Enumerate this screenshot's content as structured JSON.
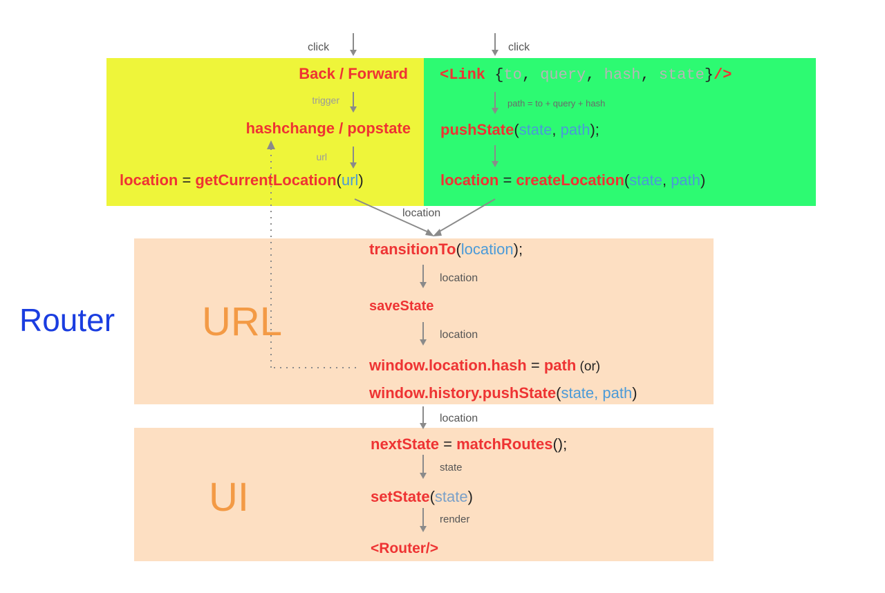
{
  "router_label": "Router",
  "panels": {
    "url_watermark": "URL",
    "ui_watermark": "UI"
  },
  "left_box": {
    "click": "click",
    "back_forward": "Back / Forward",
    "trigger": "trigger",
    "hashchange": "hashchange / popstate",
    "url_label": "url",
    "loc": "location",
    "eq": " = ",
    "fn": "getCurrentLocation",
    "open": "(",
    "arg": "url",
    "close": ")"
  },
  "right_box": {
    "click": "click",
    "link_open": "<Link",
    "brace_open": " {",
    "p_to": "to",
    "comma1": ", ",
    "p_query": "query",
    "comma2": ", ",
    "p_hash": "hash",
    "comma3": ", ",
    "p_state": "state",
    "brace_close": "}",
    "link_close": "/>",
    "path_formula": "path = to + query + hash",
    "push": "pushState",
    "p_open": "(",
    "p_state2": "state",
    "p_comma": ", ",
    "p_path": "path",
    "p_close": ");",
    "loc": "location",
    "eq": " = ",
    "create": "createLocation",
    "c_open": "(",
    "c_state": "state",
    "c_comma": ", ",
    "c_path": "path",
    "c_close": ")"
  },
  "merge_label": "location",
  "url_flow": {
    "transition": "transitionTo",
    "t_open": "(",
    "t_arg": "location",
    "t_close": ");",
    "lbl1": "location",
    "save": "saveState",
    "lbl2": "location",
    "hash_obj": "window.location.hash",
    "hash_eq": " = ",
    "hash_val": "path",
    "hash_or": "  (or)",
    "hist_obj": "window.history.pushState",
    "h_open": "(",
    "h_state": "state",
    "h_comma": ", ",
    "h_path": "path",
    "h_close": ")"
  },
  "between_label": "location",
  "ui_flow": {
    "next": "nextState",
    "n_eq": " = ",
    "match": "matchRoutes",
    "m_paren": "();",
    "lbl_state": "state",
    "setstate": "setState",
    "s_open": "(",
    "s_arg": "state",
    "s_close": ")",
    "lbl_render": "render",
    "router_comp": "<Router/>"
  },
  "colors": {
    "left_box": "#eef53a",
    "right_box": "#2dfa72",
    "panel": "#fddfc2",
    "keyword": "#ee3333",
    "arg": "#4a9ad8",
    "watermark": "#f39a45",
    "router_label": "#1a3de0"
  }
}
